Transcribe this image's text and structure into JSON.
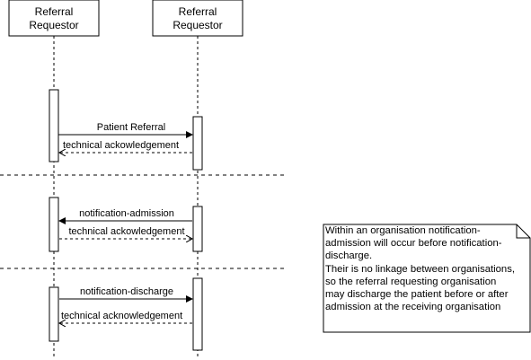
{
  "participants": [
    {
      "label_line1": "Referral",
      "label_line2": "Requestor"
    },
    {
      "label_line1": "Referral",
      "label_line2": "Requestor"
    }
  ],
  "messages": {
    "patient_referral": "Patient Referral",
    "ack_1": "technical ackowledgement",
    "notification_admission": "notification-admission",
    "ack_2": "technical ackowledgement",
    "notification_discharge": "notification-discharge",
    "ack_3": "technical acknowledgement"
  },
  "note": {
    "lines": [
      "Within an organisation notification-",
      "admission will occur before notification-",
      "discharge.",
      "Their is no linkage between organisations,",
      "so the referral requesting organisation",
      "may discharge the patient before or after",
      "admission at the receiving organisation"
    ]
  }
}
